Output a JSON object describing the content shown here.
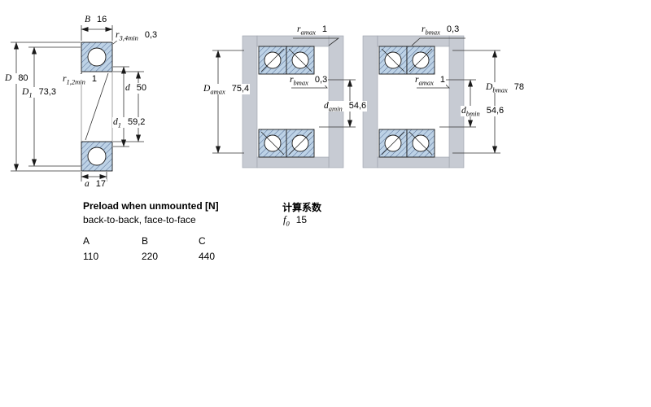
{
  "single_bearing": {
    "dim_B": {
      "sym": "B",
      "sub": "",
      "val": "16"
    },
    "dim_r34": {
      "sym": "r",
      "sub": "3,4min",
      "val": "0,3"
    },
    "dim_D": {
      "sym": "D",
      "sub": "",
      "val": "80"
    },
    "dim_D1": {
      "sym": "D",
      "sub": "1",
      "val": "73,3"
    },
    "dim_r12": {
      "sym": "r",
      "sub": "1,2min",
      "val": "1"
    },
    "dim_d": {
      "sym": "d",
      "sub": "",
      "val": "50"
    },
    "dim_d1": {
      "sym": "d",
      "sub": "1",
      "val": "59,2"
    },
    "dim_a": {
      "sym": "a",
      "sub": "",
      "val": "17"
    }
  },
  "back_to_back": {
    "dim_ra": {
      "sym": "r",
      "sub": "amax",
      "val": "1"
    },
    "dim_Da": {
      "sym": "D",
      "sub": "amax",
      "val": "75,4"
    },
    "dim_rb": {
      "sym": "r",
      "sub": "bmax",
      "val": "0,3"
    },
    "dim_da": {
      "sym": "d",
      "sub": "amin",
      "val": "54,6"
    }
  },
  "face_to_face": {
    "dim_rb": {
      "sym": "r",
      "sub": "bmax",
      "val": "0,3"
    },
    "dim_ra": {
      "sym": "r",
      "sub": "amax",
      "val": "1"
    },
    "dim_Db": {
      "sym": "D",
      "sub": "bmax",
      "val": "78"
    },
    "dim_db": {
      "sym": "d",
      "sub": "bmin",
      "val": "54,6"
    }
  },
  "preload": {
    "title": "Preload when unmounted [N]",
    "subtitle": "back-to-back, face-to-face",
    "columns": [
      "A",
      "B",
      "C"
    ],
    "values": [
      "110",
      "220",
      "440"
    ]
  },
  "calc": {
    "title": "计算系数",
    "f0": {
      "sym": "f",
      "sub": "0",
      "val": "15"
    }
  },
  "colors": {
    "bearing_fill": "#bdd2e6",
    "hatch_line": "#48618c",
    "steel_grey": "#c7cbd3",
    "line": "#1a1a1a"
  }
}
